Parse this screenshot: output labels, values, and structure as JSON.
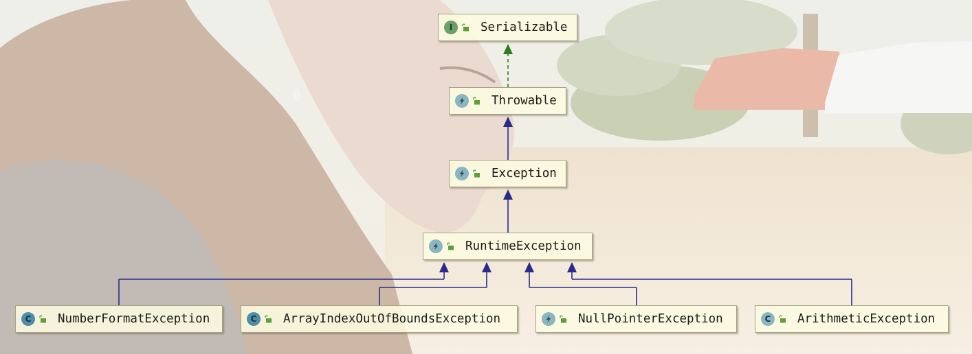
{
  "diagram": {
    "nodes": [
      {
        "id": "serializable",
        "label": "Serializable",
        "kind": "interface",
        "badge_letter": "I",
        "badge_color": "#6aa06a",
        "icon": "interface-icon"
      },
      {
        "id": "throwable",
        "label": "Throwable",
        "kind": "abstract-exception",
        "badge_color": "#8ab6c2",
        "icon": "exception-class-icon"
      },
      {
        "id": "exception",
        "label": "Exception",
        "kind": "abstract-exception",
        "badge_color": "#8ab6c2",
        "icon": "exception-class-icon"
      },
      {
        "id": "runtime",
        "label": "RuntimeException",
        "kind": "abstract-exception",
        "badge_color": "#8ab6c2",
        "icon": "exception-class-icon"
      },
      {
        "id": "numberformat",
        "label": "NumberFormatException",
        "kind": "class",
        "badge_letter": "C",
        "badge_color": "#4f8ea8",
        "icon": "class-icon"
      },
      {
        "id": "arrayindex",
        "label": "ArrayIndexOutOfBoundsException",
        "kind": "class",
        "badge_letter": "C",
        "badge_color": "#4f8ea8",
        "icon": "class-icon"
      },
      {
        "id": "nullpointer",
        "label": "NullPointerException",
        "kind": "abstract-exception",
        "badge_color": "#8ab6c2",
        "icon": "exception-class-icon"
      },
      {
        "id": "arithmetic",
        "label": "ArithmeticException",
        "kind": "class",
        "badge_letter": "C",
        "badge_color": "#8ab6c2",
        "icon": "class-icon"
      }
    ],
    "edges": [
      {
        "from": "throwable",
        "to": "serializable",
        "type": "implements"
      },
      {
        "from": "exception",
        "to": "throwable",
        "type": "extends"
      },
      {
        "from": "runtime",
        "to": "exception",
        "type": "extends"
      },
      {
        "from": "numberformat",
        "to": "runtime",
        "type": "extends"
      },
      {
        "from": "arrayindex",
        "to": "runtime",
        "type": "extends"
      },
      {
        "from": "nullpointer",
        "to": "runtime",
        "type": "extends"
      },
      {
        "from": "arithmetic",
        "to": "runtime",
        "type": "extends"
      }
    ],
    "colors": {
      "extends_edge": "#2a2a8c",
      "implements_edge": "#2e7d1e",
      "lock_icon": "#5f9e3a",
      "node_fill": "#fcfae0",
      "node_border": "#a3a083"
    }
  }
}
